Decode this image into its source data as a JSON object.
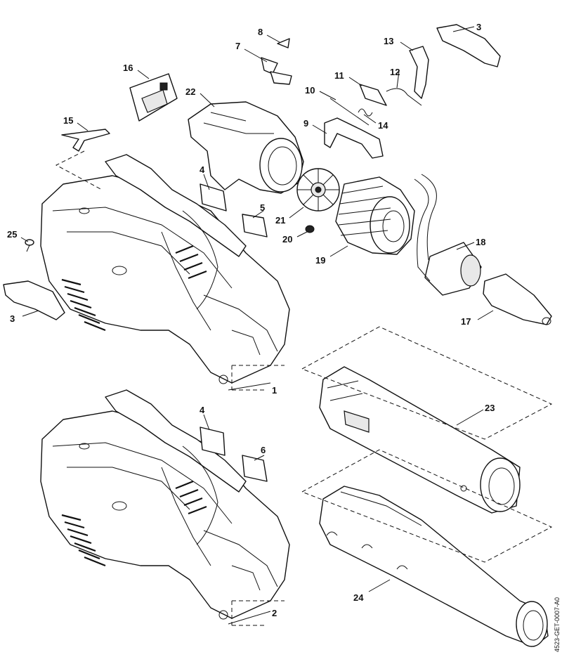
{
  "diagram": {
    "code": "4523-GET-0007-A0",
    "labels": {
      "p1": "1",
      "p2": "2",
      "p3a": "3",
      "p3b": "3",
      "p4a": "4",
      "p4b": "4",
      "p5": "5",
      "p6": "6",
      "p7": "7",
      "p8": "8",
      "p9": "9",
      "p10": "10",
      "p11": "11",
      "p12": "12",
      "p13": "13",
      "p14": "14",
      "p15": "15",
      "p16": "16",
      "p17": "17",
      "p18": "18",
      "p19": "19",
      "p20": "20",
      "p21": "21",
      "p22": "22",
      "p23": "23",
      "p24": "24",
      "p25": "25"
    }
  }
}
